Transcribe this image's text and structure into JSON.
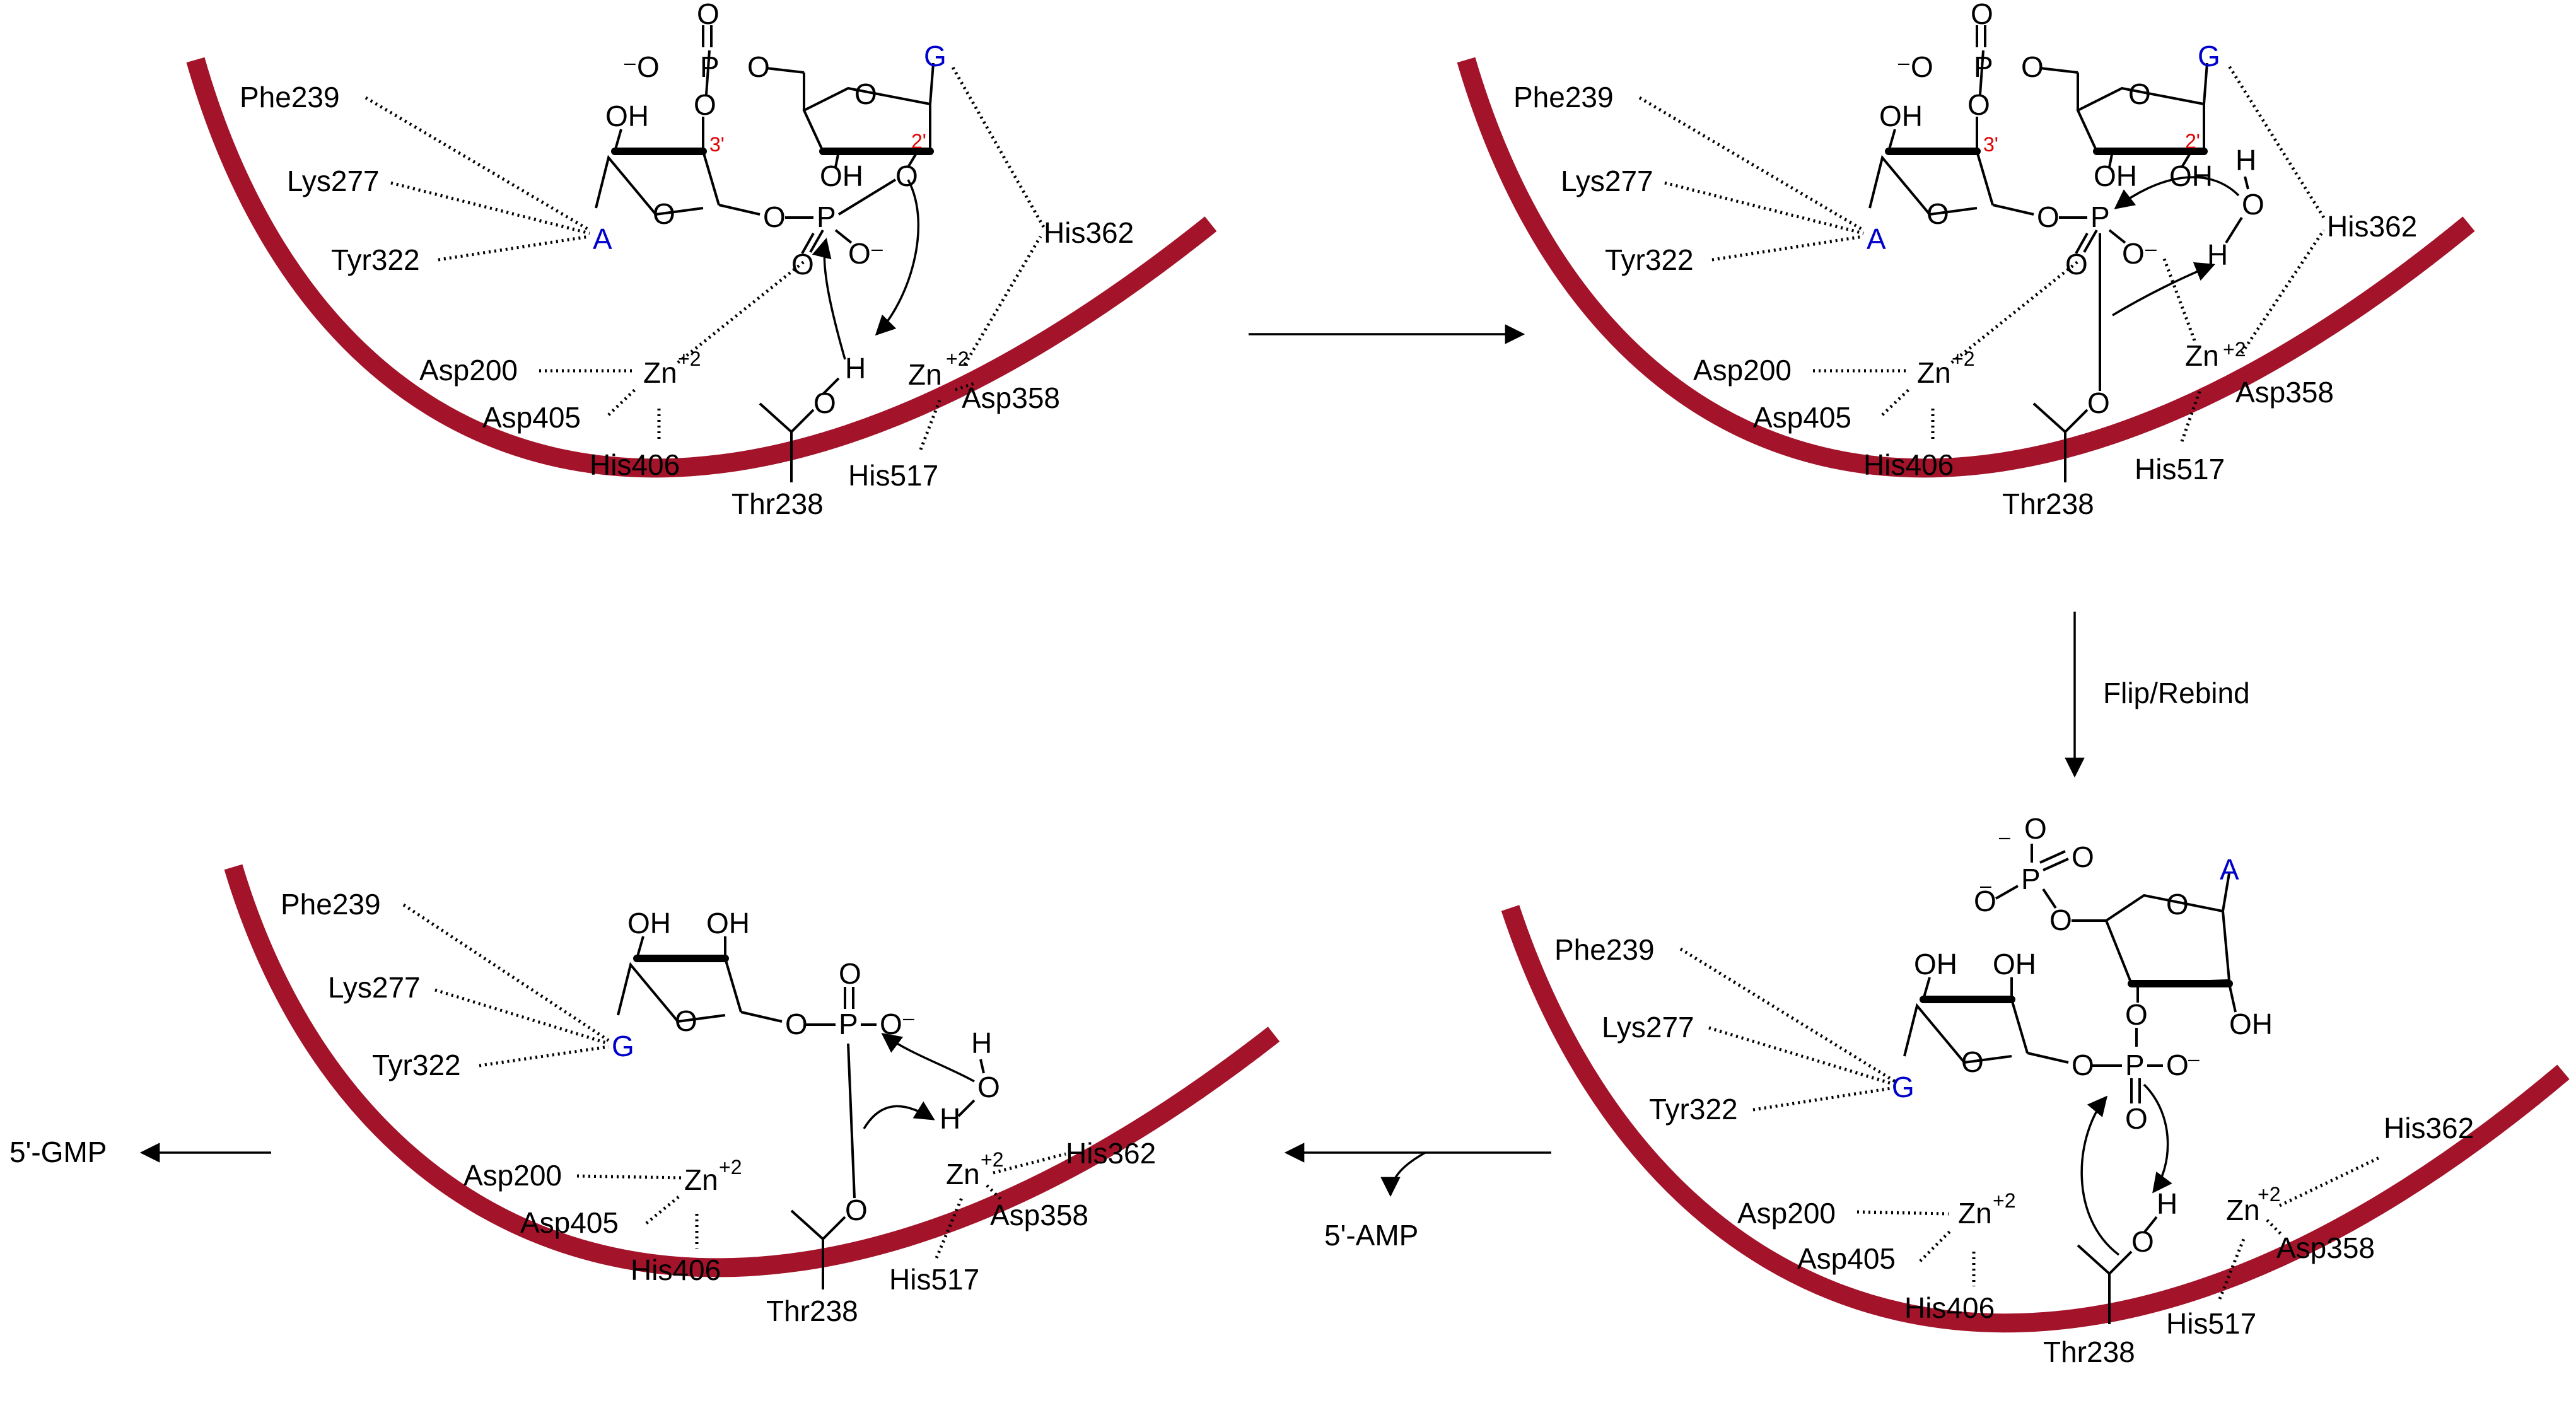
{
  "arrows": {
    "flip": "Flip/Rebind",
    "amp": "5'-AMP",
    "gmp": "5'-GMP"
  },
  "panels": [
    {
      "residues": [
        "Phe239",
        "Lys277",
        "Tyr322",
        "Asp200",
        "Asp405",
        "His406",
        "His362",
        "Asp358",
        "His517",
        "Thr238"
      ],
      "bases": [
        "A",
        "G"
      ],
      "positions": [
        "3'",
        "2'"
      ],
      "metal": "Zn",
      "charge": "+2"
    },
    {
      "residues": [
        "Phe239",
        "Lys277",
        "Tyr322",
        "Asp200",
        "Asp405",
        "His406",
        "His362",
        "Asp358",
        "His517",
        "Thr238"
      ],
      "bases": [
        "A",
        "G"
      ],
      "positions": [
        "3'",
        "2'"
      ],
      "metal": "Zn",
      "charge": "+2"
    },
    {
      "residues": [
        "Phe239",
        "Lys277",
        "Tyr322",
        "Asp200",
        "Asp405",
        "His406",
        "His362",
        "Asp358",
        "His517",
        "Thr238"
      ],
      "bases": [
        "G",
        "A"
      ],
      "metal": "Zn",
      "charge": "+2"
    },
    {
      "residues": [
        "Phe239",
        "Lys277",
        "Tyr322",
        "Asp200",
        "Asp405",
        "His406",
        "His362",
        "Asp358",
        "His517",
        "Thr238"
      ],
      "bases": [
        "G"
      ],
      "metal": "Zn",
      "charge": "+2"
    }
  ],
  "atoms": {
    "O": "O",
    "OH": "OH",
    "P": "P",
    "H": "H",
    "minus": "–"
  },
  "colors": {
    "arc": "#a3132a",
    "base": "#0000cc",
    "position": "#dd0000"
  }
}
